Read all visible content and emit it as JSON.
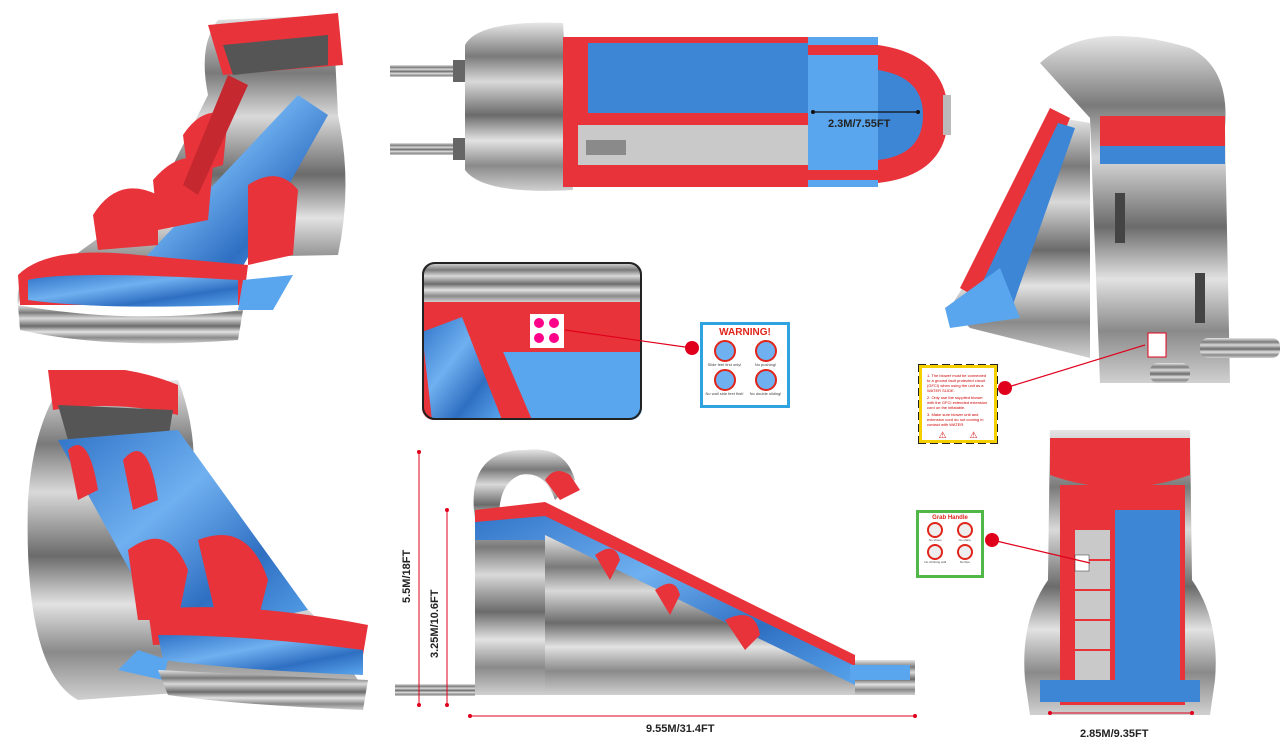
{
  "colors": {
    "red": "#e8333a",
    "red_dark": "#b82028",
    "blue": "#3d86d6",
    "blue_light": "#5aa6ee",
    "gray_dark": "#5c5c5c",
    "gray_light": "#d8d8d8",
    "warning_border": "#2fa3e0",
    "caution_yellow": "#f5d000",
    "grab_green": "#4fb848",
    "callout_red": "#e0001b"
  },
  "dimensions": {
    "top_width": "2.3M/7.55FT",
    "total_height": "5.5M/18FT",
    "platform_height": "3.25M/10.6FT",
    "total_length": "9.55M/31.4FT",
    "rear_width": "2.85M/9.35FT"
  },
  "signs": {
    "warning": {
      "title": "WARNING!",
      "captions": [
        "Slide feet first only!",
        "No pushing!",
        "No wall side feet first!",
        "No double sliding!"
      ]
    },
    "grab": {
      "title": "Grab Handle",
      "captions": [
        "No shoes",
        "No sharp",
        "No climbing wall",
        "No flips"
      ]
    },
    "caution": {
      "lines": [
        "1. The blower must be connected to a ground fault protected circuit (GFCI) when using the unit as a WATER SLIDE.",
        "2. Only use the supplied blower with the GFCI extended extension cord on the inflatable.",
        "3. Make sure blower unit and extension cord do not coming in contact with WATER."
      ]
    }
  }
}
